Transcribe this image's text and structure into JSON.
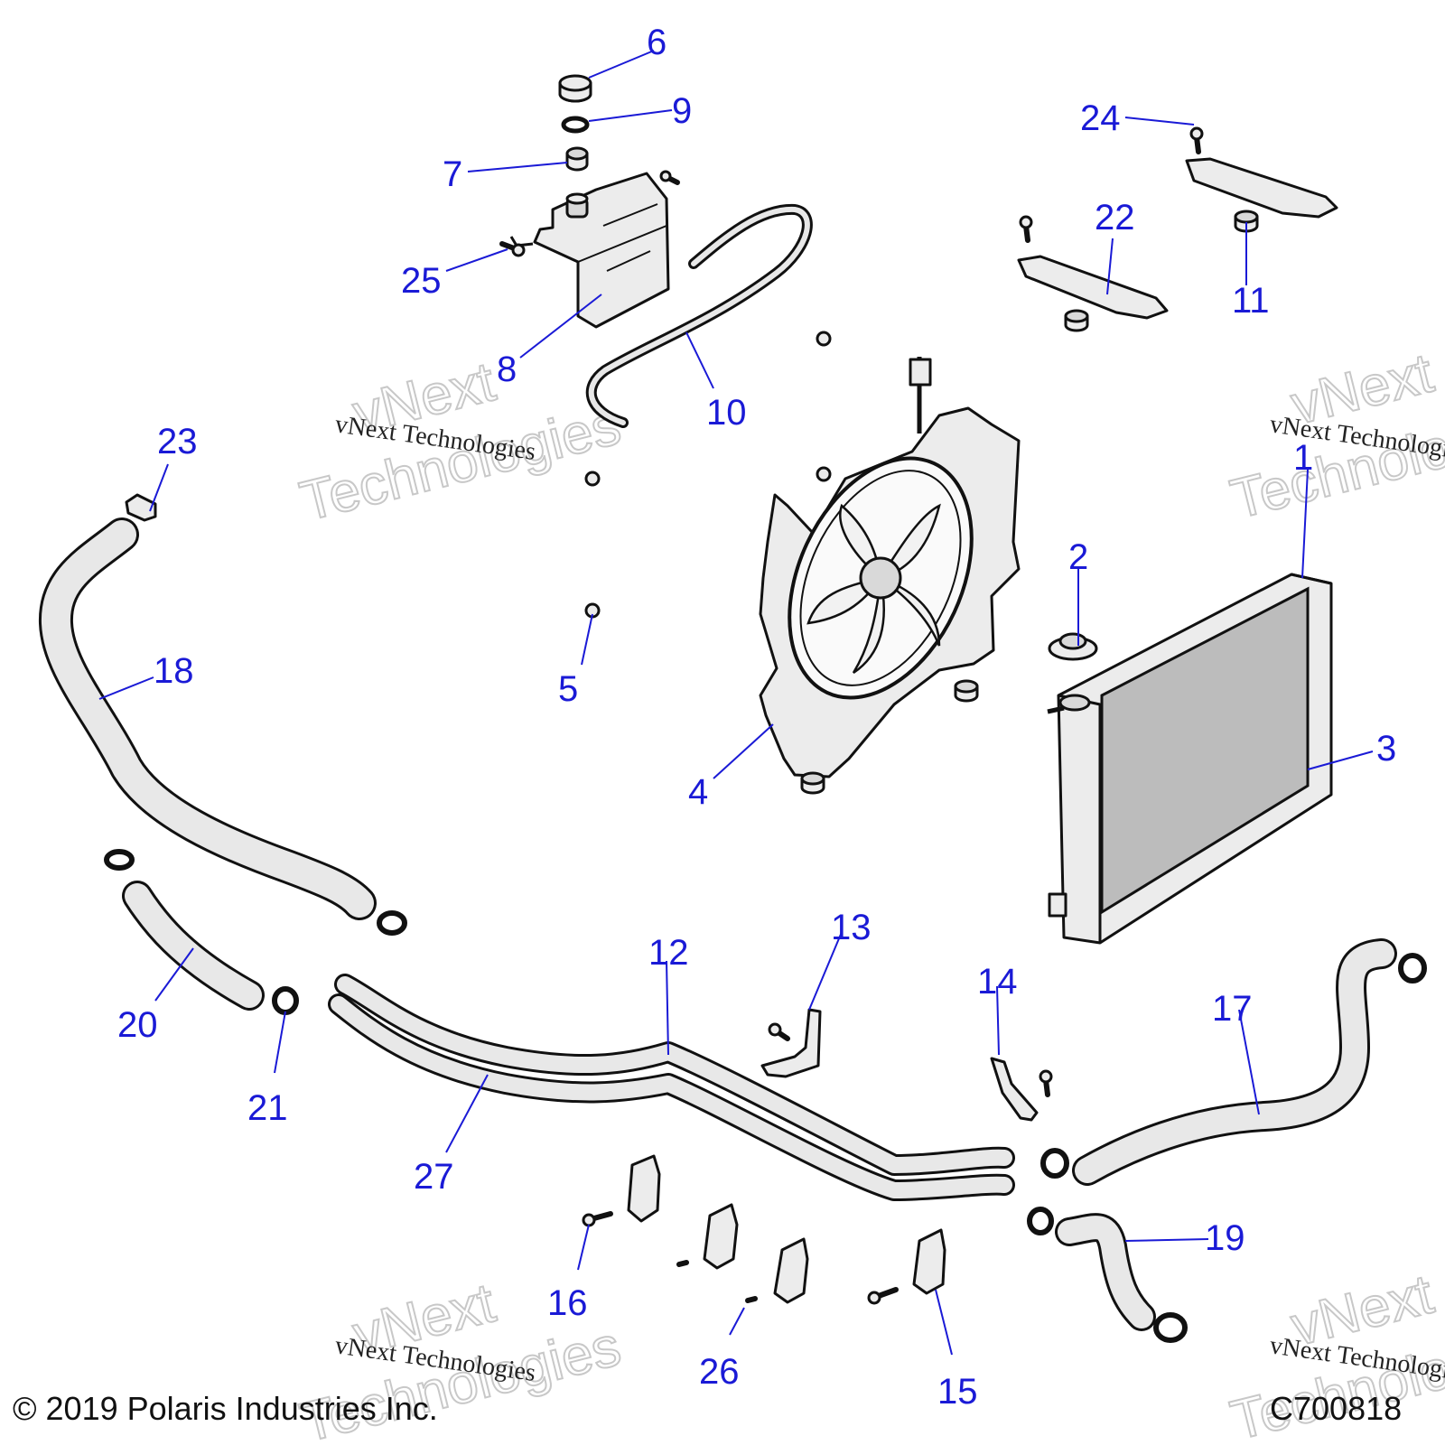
{
  "callouts": [
    {
      "id": "1",
      "label": "1"
    },
    {
      "id": "2",
      "label": "2"
    },
    {
      "id": "3",
      "label": "3"
    },
    {
      "id": "4",
      "label": "4"
    },
    {
      "id": "5",
      "label": "5"
    },
    {
      "id": "6",
      "label": "6"
    },
    {
      "id": "7",
      "label": "7"
    },
    {
      "id": "8",
      "label": "8"
    },
    {
      "id": "9",
      "label": "9"
    },
    {
      "id": "10",
      "label": "10"
    },
    {
      "id": "11",
      "label": "11"
    },
    {
      "id": "12",
      "label": "12"
    },
    {
      "id": "13",
      "label": "13"
    },
    {
      "id": "14",
      "label": "14"
    },
    {
      "id": "15",
      "label": "15"
    },
    {
      "id": "16",
      "label": "16"
    },
    {
      "id": "17",
      "label": "17"
    },
    {
      "id": "18",
      "label": "18"
    },
    {
      "id": "19",
      "label": "19"
    },
    {
      "id": "20",
      "label": "20"
    },
    {
      "id": "21",
      "label": "21"
    },
    {
      "id": "22",
      "label": "22"
    },
    {
      "id": "23",
      "label": "23"
    },
    {
      "id": "24",
      "label": "24"
    },
    {
      "id": "25",
      "label": "25"
    },
    {
      "id": "26",
      "label": "26"
    },
    {
      "id": "27",
      "label": "27"
    }
  ],
  "watermark": {
    "mono_text": "vNext Technologies",
    "outline_line1": "vNext",
    "outline_line2": "Technologies"
  },
  "footer": {
    "copyright": "© 2019 Polaris Industries Inc.",
    "code": "C700818"
  },
  "colors": {
    "callout": "#1a1ad6",
    "part_fill": "#ececec",
    "outline": "#111111"
  }
}
